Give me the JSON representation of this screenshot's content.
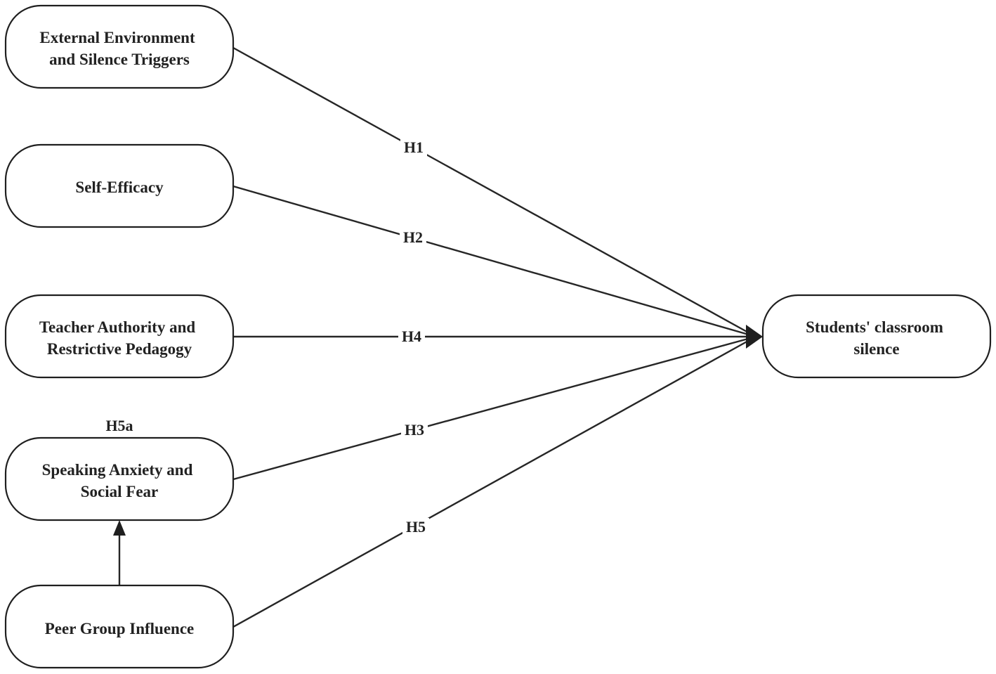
{
  "nodes": {
    "external_environment": {
      "line1": "External Environment",
      "line2": "and Silence Triggers"
    },
    "self_efficacy": {
      "line1": "Self-Efficacy"
    },
    "teacher_authority": {
      "line1": "Teacher Authority and",
      "line2": "Restrictive Pedagogy"
    },
    "speaking_anxiety": {
      "line1": "Speaking Anxiety and",
      "line2": "Social Fear"
    },
    "peer_group": {
      "line1": "Peer Group Influence"
    },
    "classroom_silence": {
      "line1": "Students' classroom",
      "line2": "silence"
    }
  },
  "edges": {
    "h1": "H1",
    "h2": "H2",
    "h4": "H4",
    "h3": "H3",
    "h5": "H5",
    "h5a": "H5a"
  },
  "colors": {
    "stroke": "#1f1f1f",
    "text": "#222222",
    "background": "#ffffff"
  }
}
